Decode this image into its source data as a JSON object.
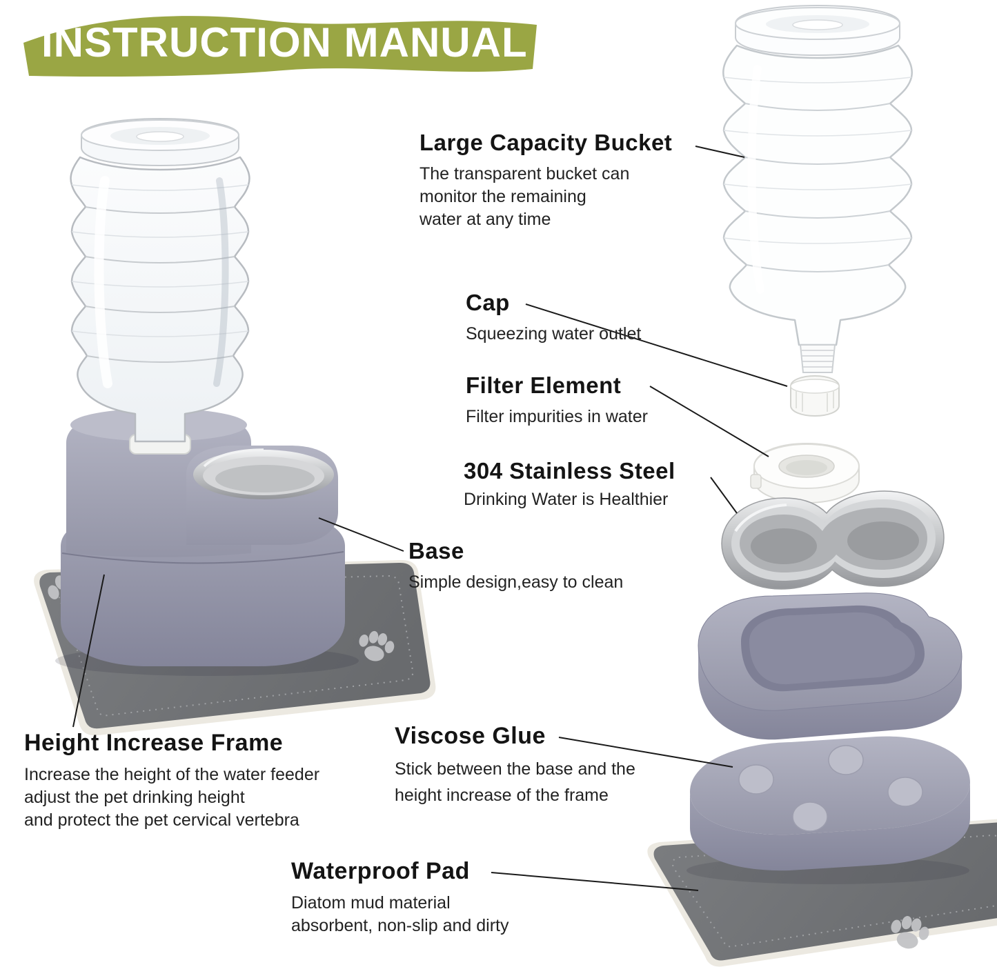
{
  "banner": {
    "title": "INSTRUCTION MANUAL",
    "color": "#9aa644"
  },
  "colors": {
    "banner_green": "#9aa644",
    "base_gray": "#9a9bad",
    "mat_gray": "#747679",
    "steel": "#c3c5c7"
  },
  "annotations": {
    "bucket": {
      "title": "Large Capacity Bucket",
      "desc": "The transparent bucket can\nmonitor the remaining\nwater at any time"
    },
    "cap": {
      "title": "Cap",
      "desc": "Squeezing water outlet"
    },
    "filter": {
      "title": "Filter Element",
      "desc": "Filter impurities in water"
    },
    "steel": {
      "title": "304 Stainless Steel",
      "desc": "Drinking Water is Healthier"
    },
    "base": {
      "title": "Base",
      "desc": "Simple design,easy to clean"
    },
    "height_frame": {
      "title": "Height Increase Frame",
      "desc": "Increase the height of the water feeder\nadjust the pet drinking height\nand protect the pet cervical vertebra"
    },
    "glue": {
      "title": "Viscose Glue",
      "desc": "Stick between the base and the\nheight increase of the frame"
    },
    "pad": {
      "title": "Waterproof Pad",
      "desc": "Diatom mud material\nabsorbent, non-slip and dirty"
    }
  }
}
